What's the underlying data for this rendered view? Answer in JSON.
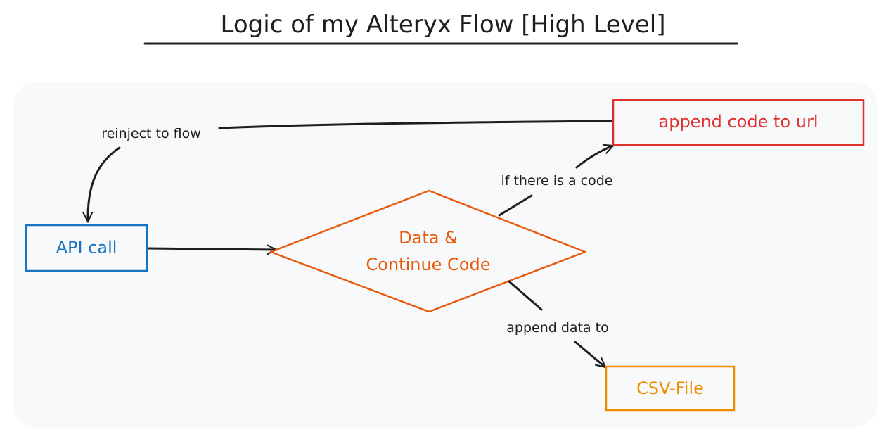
{
  "title": "Logic of my Alteryx Flow [High Level]",
  "colors": {
    "canvas_bg": "#f8f9fa",
    "title_text": "#1e1e1e",
    "arrow": "#1e1e1e",
    "api_node": "#1971c2",
    "decision_node": "#e8590c",
    "append_node": "#e03131",
    "csv_node": "#f08c00",
    "label_text": "#1e1e1e"
  },
  "nodes": {
    "api_call": {
      "label": "API call"
    },
    "decision": {
      "line1": "Data &",
      "line2": "Continue Code"
    },
    "append_code": {
      "label": "append code to url"
    },
    "csv_file": {
      "label": "CSV-File"
    }
  },
  "edges": {
    "reinject": {
      "label": "reinject to flow"
    },
    "if_code": {
      "label": "if there is a code"
    },
    "append_data": {
      "label": "append data to"
    }
  }
}
